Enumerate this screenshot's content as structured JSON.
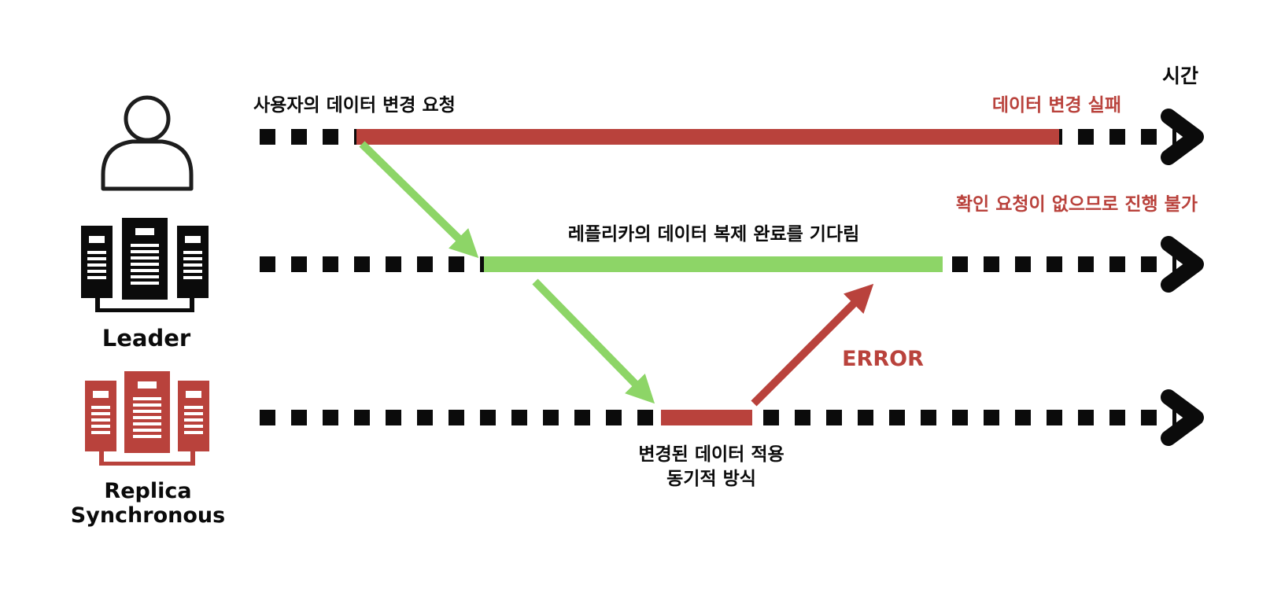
{
  "time_axis_label": "시간",
  "actors": {
    "user": {
      "icon": "user-icon"
    },
    "leader": {
      "icon": "server-rack-icon",
      "label": "Leader"
    },
    "replica": {
      "icon": "server-rack-icon",
      "label_line1": "Replica",
      "label_line2": "Synchronous"
    }
  },
  "labels": {
    "user_request": "사용자의 데이터 변경 요청",
    "change_failed": "데이터 변경 실패",
    "no_ack_blocked": "확인 요청이 없으므로 진행 불가",
    "leader_waits": "레플리카의 데이터 복제 완료를 기다림",
    "error": "ERROR",
    "replica_apply_line1": "변경된 데이터 적용",
    "replica_apply_line2": "동기적 방식"
  },
  "colors": {
    "black": "#0b0b0b",
    "red": "#b9423c",
    "green": "#8dd567",
    "white": "#ffffff"
  }
}
